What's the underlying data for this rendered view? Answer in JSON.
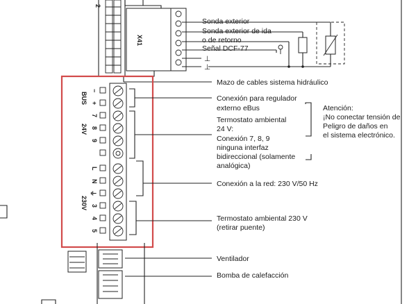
{
  "top_connector": {
    "number": "2",
    "name": "X41"
  },
  "sensor_labels": {
    "sonda_exterior": "Sonda exterior",
    "sonda_ida_1": "Sonda exterior de ida",
    "sonda_ida_2": "o de retorno",
    "senal_dcf": "Señal DCF-77"
  },
  "harness_label": "Mazo de cables sistema hidráulico",
  "terminal_labels": {
    "bus": "BUS",
    "minus": "−",
    "plus": "+",
    "t7": "7",
    "v24": "24V",
    "t8": "8",
    "t9": "9",
    "L": "L",
    "N": "N",
    "earth": "⏚",
    "v230": "230V",
    "t3": "3",
    "t4": "4",
    "t5": "5"
  },
  "callouts": {
    "ebus_1": "Conexión para regulador",
    "ebus_2": "externo eBus",
    "thermo24_1": "Termostato ambiental",
    "thermo24_2": "24 V:",
    "thermo24_3": "Conexión 7, 8, 9",
    "thermo24_4": "ninguna interfaz",
    "thermo24_5": "bidireccional (solamente",
    "thermo24_6": "analógica)",
    "red": "Conexión a la red: 230 V/50 Hz",
    "thermo230_1": "Termostato ambiental 230 V",
    "thermo230_2": "(retirar puente)",
    "ventilador": "Ventilador",
    "bomba": "Bomba de calefacción"
  },
  "warning": {
    "line1": "Atención:",
    "line2": "¡No conectar tensión de",
    "line3": "Peligro de daños en",
    "line4": "el sistema electrónico."
  },
  "colors": {
    "highlight": "#d24a4a",
    "ink": "#222222"
  }
}
